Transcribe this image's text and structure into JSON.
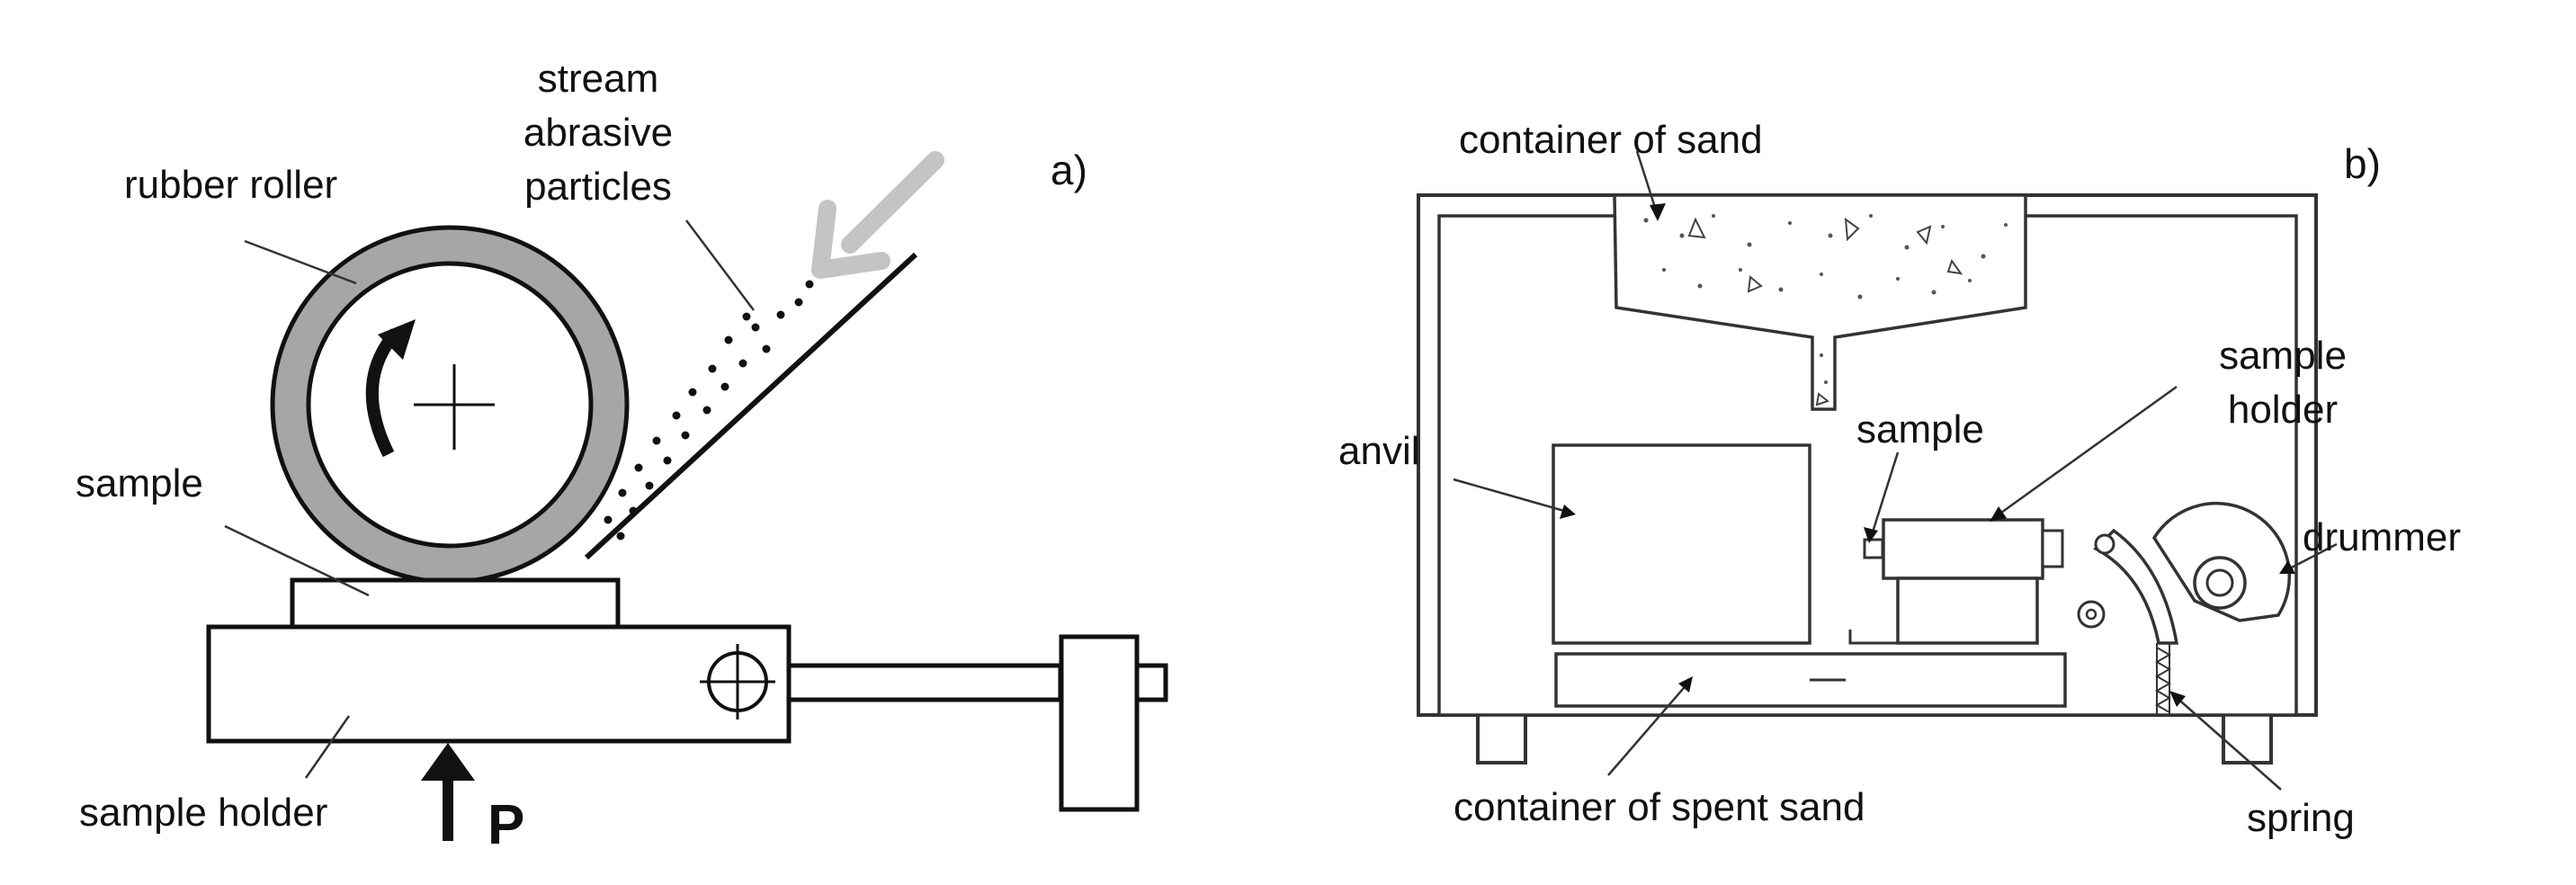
{
  "panel_a": {
    "tag": "a)",
    "labels": {
      "rubber_roller": "rubber roller",
      "stream_line1": "stream",
      "stream_line2": "abrasive",
      "stream_line3": "particles",
      "sample": "sample",
      "sample_holder": "sample holder",
      "load": "P"
    }
  },
  "panel_b": {
    "tag": "b)",
    "labels": {
      "container_of_sand": "container of sand",
      "sample_holder_line1": "sample",
      "sample_holder_line2": "holder",
      "anvil": "anvil",
      "sample": "sample",
      "drummer": "drummer",
      "container_of_spent_sand": "container of spent sand",
      "spring": "spring"
    }
  },
  "colors": {
    "roller_rubber": "#a6a6a6",
    "flow_arrow": "#c4c4c4",
    "ink": "#111111"
  }
}
